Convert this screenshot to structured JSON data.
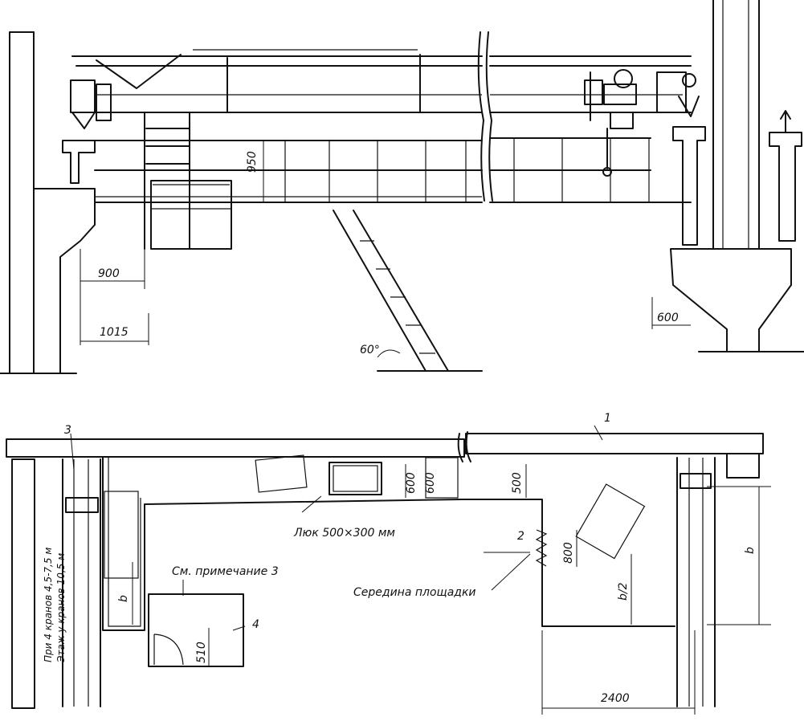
{
  "top_view": {
    "dims": {
      "d950": "950",
      "d900": "900",
      "d1015": "1015",
      "d600": "600",
      "angle": "60°"
    }
  },
  "plan_view": {
    "markers": {
      "m1": "1",
      "m2": "2",
      "m3": "3",
      "m4": "4"
    },
    "dims": {
      "d600": "600",
      "d600b": "600",
      "d500": "500",
      "d800": "800",
      "d510": "510",
      "d2400": "2400",
      "b": "b",
      "b_left": "b",
      "b_half": "b/2"
    },
    "labels": {
      "hatch": "Люк 500×300 мм",
      "note": "См. примечание 3",
      "middle": "Середина площадки",
      "vert1": "При 4 кранов 4,5-7,5 м",
      "vert2": "Этаж у кранов 10,5 м"
    }
  }
}
